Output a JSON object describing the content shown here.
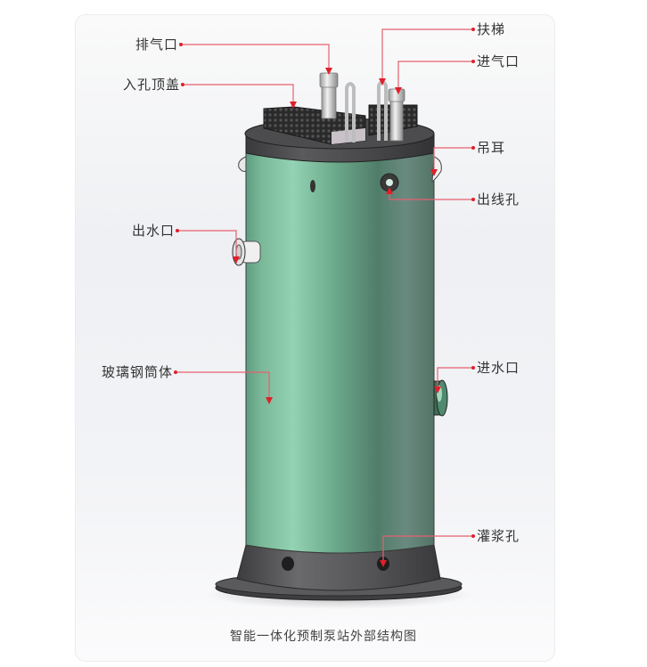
{
  "diagram": {
    "title": "智能一体化预制泵站外部结构图",
    "colors": {
      "leader_line": "#e0202a",
      "body_green_light": "#8fd0b0",
      "body_green_dark": "#4f7d6a",
      "cap_gray": "#4a4a4c",
      "base_gray": "#5a5a5c"
    },
    "labels_left": [
      {
        "id": "exhaust-port",
        "text": "排气口"
      },
      {
        "id": "manhole-cover",
        "text": "入孔顶盖"
      },
      {
        "id": "water-outlet",
        "text": "出水口"
      },
      {
        "id": "frp-cylinder",
        "text": "玻璃钢筒体"
      }
    ],
    "labels_right": [
      {
        "id": "ladder",
        "text": "扶梯"
      },
      {
        "id": "air-inlet",
        "text": "进气口"
      },
      {
        "id": "lifting-lug",
        "text": "吊耳"
      },
      {
        "id": "cable-hole",
        "text": "出线孔"
      },
      {
        "id": "water-inlet",
        "text": "进水口"
      },
      {
        "id": "grouting-hole",
        "text": "灌浆孔"
      }
    ]
  }
}
